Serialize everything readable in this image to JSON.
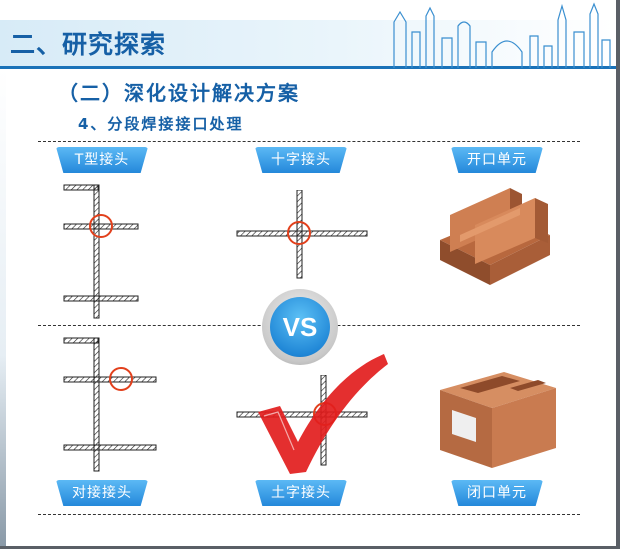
{
  "header": {
    "title": "二、研究探索"
  },
  "section": {
    "subtitle": "（二）深化设计解决方案",
    "point": "4、分段焊接接口处理"
  },
  "top_row": {
    "t_joint": "T型接头",
    "cross_joint": "十字接头",
    "open_unit": "开口单元"
  },
  "bottom_row": {
    "butt_joint": "对接接头",
    "earth_joint": "土字接头",
    "closed_unit": "闭口单元"
  },
  "vs_text": "VS",
  "colors": {
    "brand_blue": "#1660a6",
    "label_blue": "#2488da",
    "highlight_red": "#e2401c",
    "model_brown": "#c9764a"
  }
}
